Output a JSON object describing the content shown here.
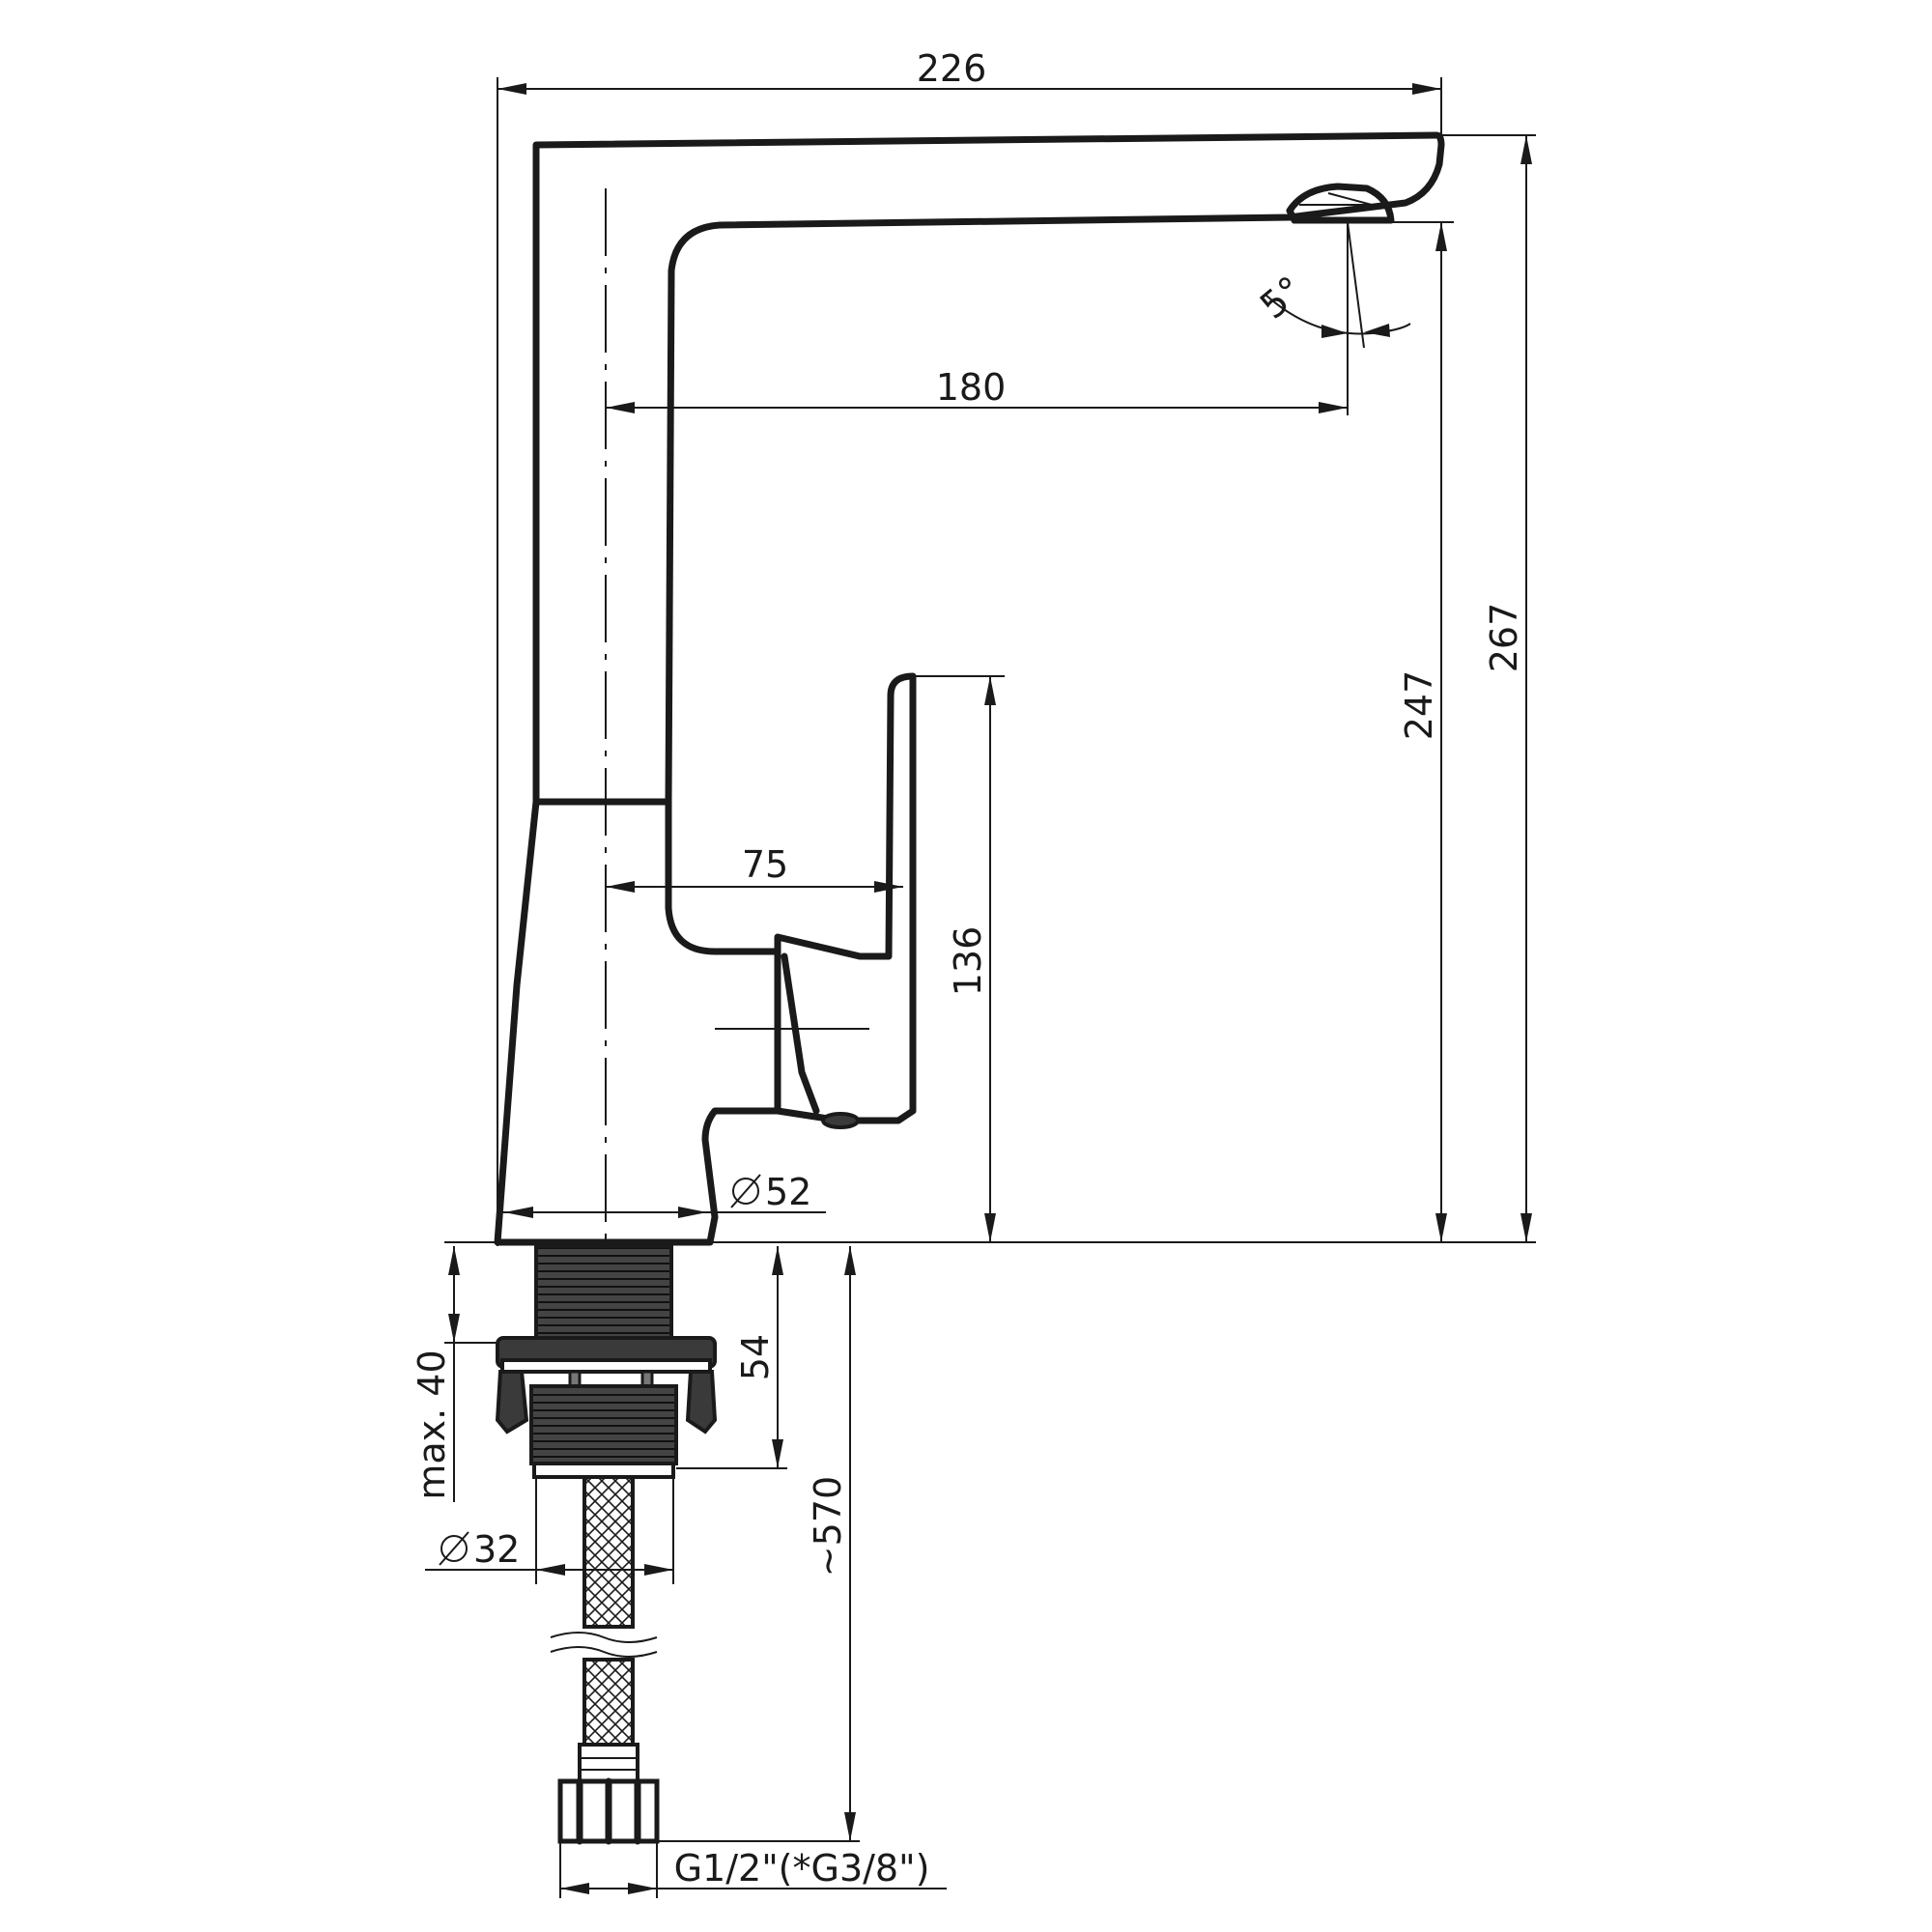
{
  "drawing": {
    "dimensions": {
      "overall_width": "226",
      "spout_reach": "180",
      "spout_angle": "5°",
      "outlet_height": "247",
      "total_height": "267",
      "lever_height": "136",
      "lever_offset": "75",
      "base_diameter": "52",
      "thread_length": "54",
      "max_counter_thickness": "max. 40",
      "hose_length": "~570",
      "shank_diameter": "32",
      "connection_thread": "G1/2\"(*G3/8\")"
    }
  }
}
